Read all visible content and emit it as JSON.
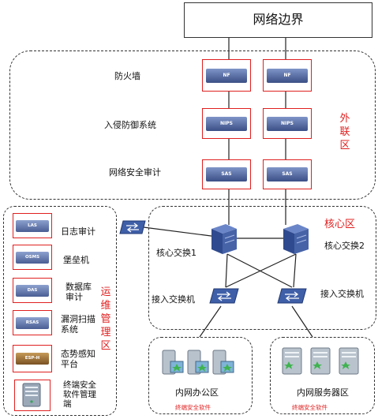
{
  "boundary": "网络边界",
  "outer_zone": {
    "label_chars": [
      "外",
      "联",
      "区"
    ],
    "rows": [
      {
        "name": "防火墙",
        "device": "NF"
      },
      {
        "name": "入侵防御系统",
        "device": "NIPS"
      },
      {
        "name": "网络安全审计",
        "device": "SAS"
      }
    ]
  },
  "ops_zone": {
    "label_chars": [
      "运",
      "维",
      "管",
      "理",
      "区"
    ],
    "items": [
      {
        "name": "日志审计",
        "device": "LAS"
      },
      {
        "name": "堡垒机",
        "device": "OSMS"
      },
      {
        "name": "数据库审计",
        "name_lines": [
          "数据库",
          "审计"
        ],
        "device": "DAS"
      },
      {
        "name": "漏洞扫描系统",
        "name_lines": [
          "漏洞扫描",
          "系统"
        ],
        "device": "RSAS"
      },
      {
        "name": "态势感知平台",
        "name_lines": [
          "态势感知",
          "平台"
        ],
        "device": "ESP-H"
      },
      {
        "name": "终端安全软件管理端",
        "name_lines": [
          "终端安全",
          "软件管理",
          "端"
        ],
        "device": ""
      }
    ]
  },
  "core_zone": {
    "label": "核心区",
    "core_switch_1": "核心交换1",
    "core_switch_2": "核心交换2",
    "access_switch_left": "接入交换机",
    "access_switch_right": "接入交换机"
  },
  "office_zone": {
    "label": "内网办公区",
    "software": "终端安全软件"
  },
  "server_zone": {
    "label": "内网服务器区",
    "software": "终端安全软件"
  },
  "colors": {
    "accent_red": "#e02020",
    "device_blue": "#3b4f86"
  }
}
